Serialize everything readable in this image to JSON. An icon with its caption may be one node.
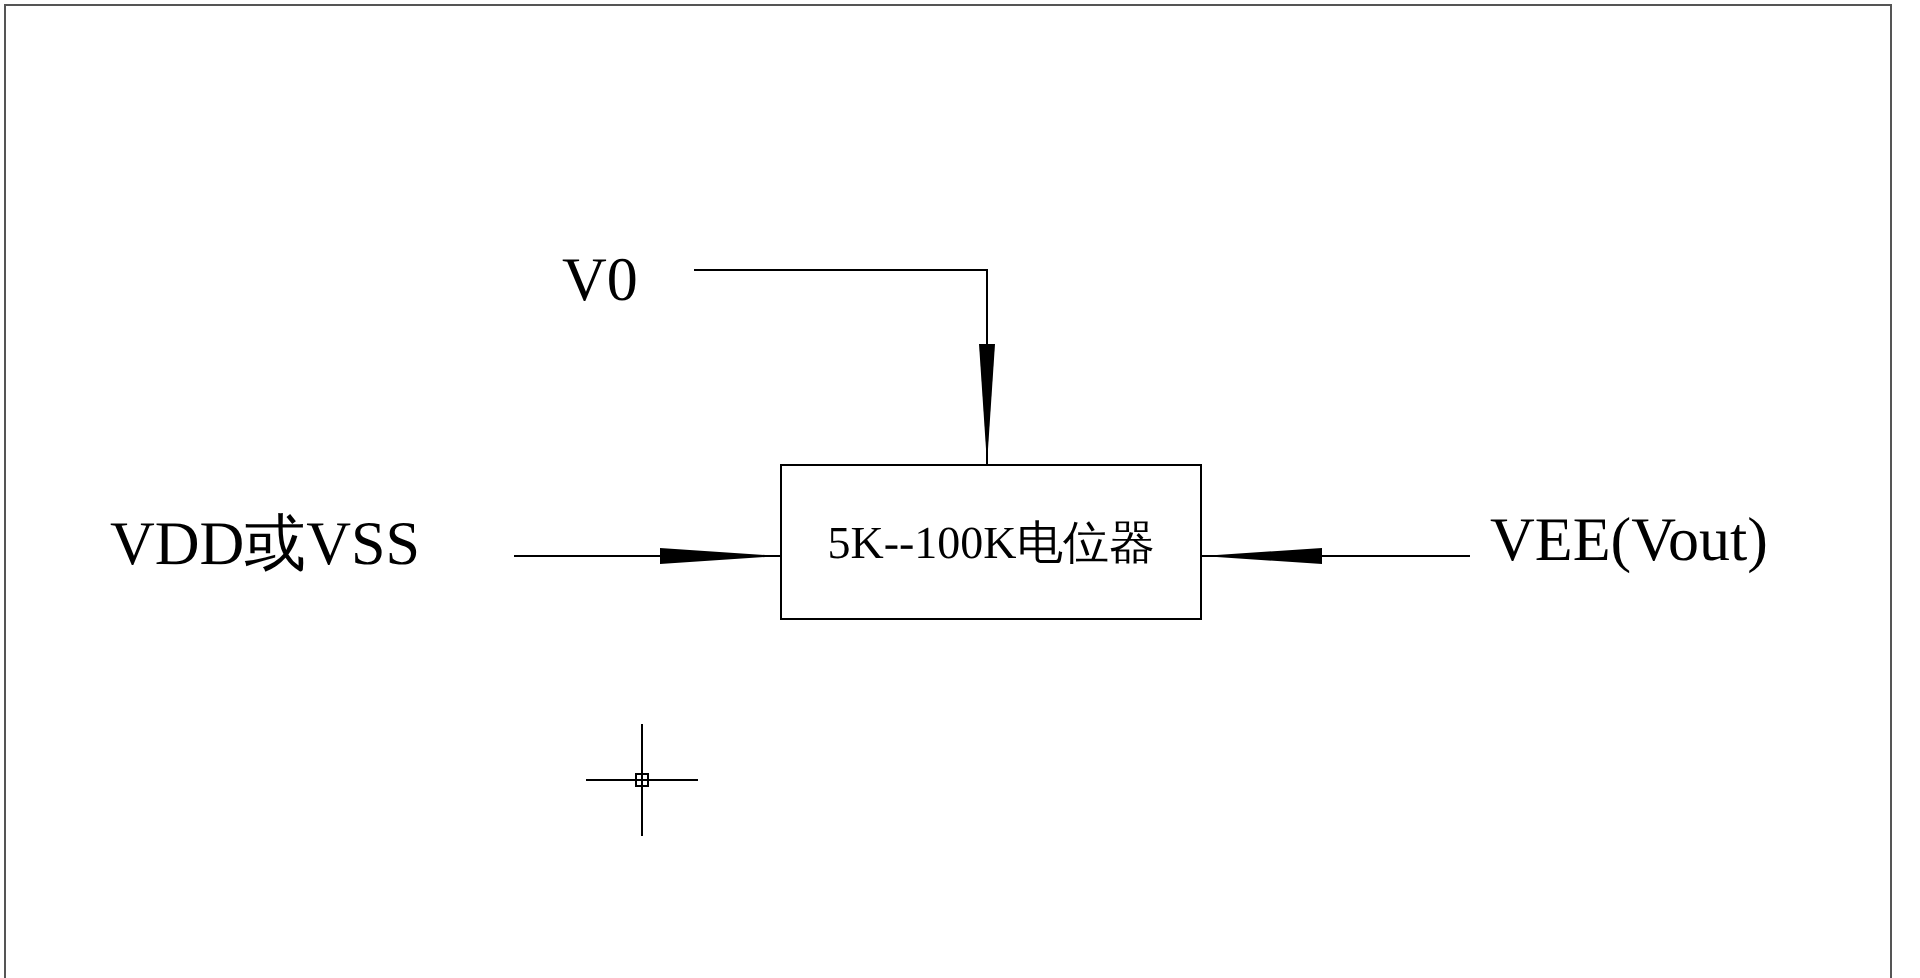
{
  "diagram": {
    "nodes": [
      {
        "text": [
          "V0"
        ]
      },
      {
        "text": [
          "5K--100K电位器"
        ]
      },
      {
        "text": [
          "VDD或VSS"
        ]
      },
      {
        "text": [
          "VEE(Vout)"
        ]
      }
    ],
    "edges": [
      {
        "from": 0,
        "to": 1,
        "arrow": "to"
      },
      {
        "from": 2,
        "to": 1,
        "arrow": "to"
      },
      {
        "from": 3,
        "to": 1,
        "arrow": "to"
      }
    ]
  }
}
